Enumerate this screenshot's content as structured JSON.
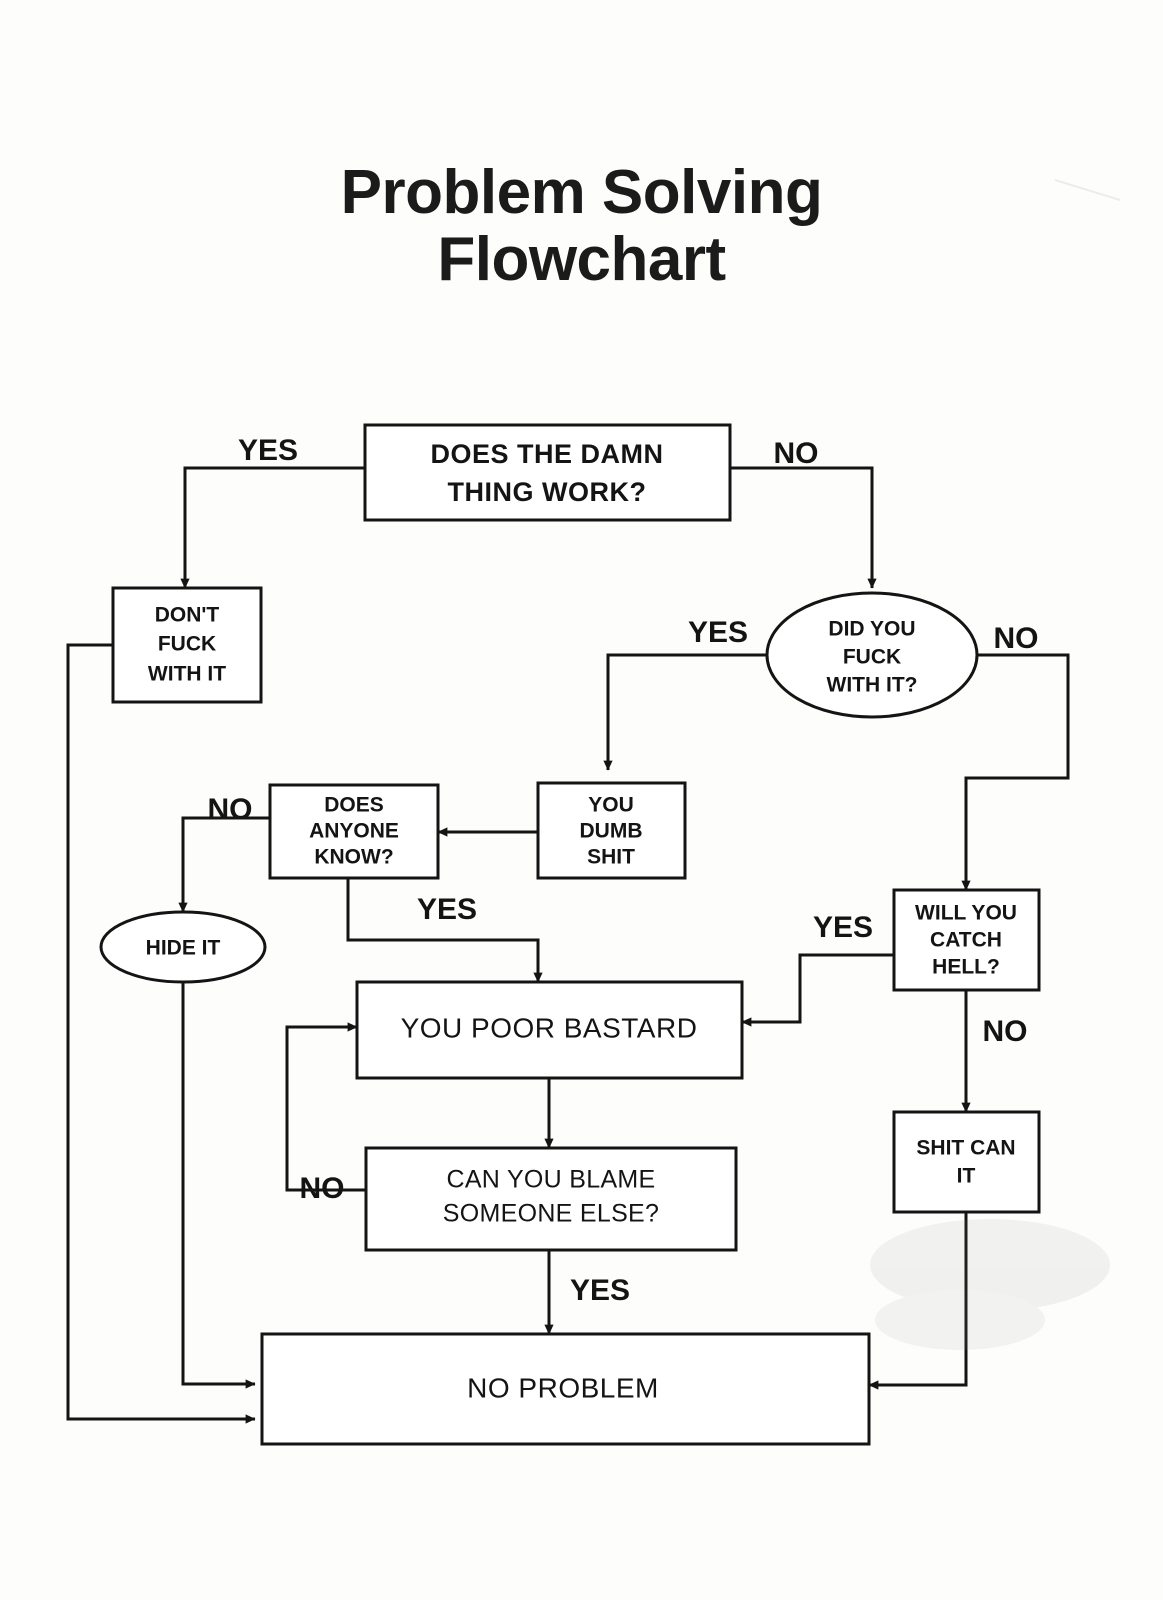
{
  "title": {
    "line1": "Problem Solving",
    "line2": "Flowchart"
  },
  "chart_data": {
    "type": "diagram",
    "diagram_kind": "flowchart",
    "title": "Problem Solving Flowchart",
    "nodes": [
      {
        "id": "work",
        "shape": "rect",
        "lines": [
          "DOES THE DAMN",
          "THING WORK?"
        ]
      },
      {
        "id": "dontfuck",
        "shape": "rect",
        "lines": [
          "DON'T",
          "FUCK",
          "WITH IT"
        ]
      },
      {
        "id": "didyou",
        "shape": "ellipse",
        "lines": [
          "DID YOU",
          "FUCK",
          "WITH IT?"
        ]
      },
      {
        "id": "anyone",
        "shape": "rect",
        "lines": [
          "DOES",
          "ANYONE",
          "KNOW?"
        ]
      },
      {
        "id": "dumbshit",
        "shape": "rect",
        "lines": [
          "YOU",
          "DUMB",
          "SHIT"
        ]
      },
      {
        "id": "hideit",
        "shape": "ellipse",
        "lines": [
          "HIDE IT"
        ]
      },
      {
        "id": "catchhell",
        "shape": "rect",
        "lines": [
          "WILL YOU",
          "CATCH",
          "HELL?"
        ]
      },
      {
        "id": "poorbast",
        "shape": "rect",
        "lines": [
          "YOU POOR BASTARD"
        ]
      },
      {
        "id": "blame",
        "shape": "rect",
        "lines": [
          "CAN YOU BLAME",
          "SOMEONE ELSE?"
        ]
      },
      {
        "id": "shitcan",
        "shape": "rect",
        "lines": [
          "SHIT CAN",
          "IT"
        ]
      },
      {
        "id": "noproblem",
        "shape": "rect",
        "lines": [
          "NO PROBLEM"
        ]
      }
    ],
    "edges": [
      {
        "from": "work",
        "to": "dontfuck",
        "label": "YES"
      },
      {
        "from": "work",
        "to": "didyou",
        "label": "NO"
      },
      {
        "from": "didyou",
        "to": "dumbshit",
        "label": "YES"
      },
      {
        "from": "didyou",
        "to": "catchhell",
        "label": "NO"
      },
      {
        "from": "dumbshit",
        "to": "anyone",
        "label": ""
      },
      {
        "from": "anyone",
        "to": "hideit",
        "label": "NO"
      },
      {
        "from": "anyone",
        "to": "poorbast",
        "label": "YES"
      },
      {
        "from": "catchhell",
        "to": "poorbast",
        "label": "YES"
      },
      {
        "from": "catchhell",
        "to": "shitcan",
        "label": "NO"
      },
      {
        "from": "poorbast",
        "to": "blame",
        "label": ""
      },
      {
        "from": "blame",
        "to": "poorbast",
        "label": "NO"
      },
      {
        "from": "blame",
        "to": "noproblem",
        "label": "YES"
      },
      {
        "from": "dontfuck",
        "to": "noproblem",
        "label": ""
      },
      {
        "from": "hideit",
        "to": "noproblem",
        "label": ""
      },
      {
        "from": "shitcan",
        "to": "noproblem",
        "label": ""
      }
    ],
    "labels": {
      "work_yes": "YES",
      "work_no": "NO",
      "didyou_yes": "YES",
      "didyou_no": "NO",
      "anyone_no": "NO",
      "anyone_yes": "YES",
      "catchhell_yes": "YES",
      "catchhell_no": "NO",
      "blame_no": "NO",
      "blame_yes": "YES"
    },
    "node_text": {
      "work_l1": "DOES THE DAMN",
      "work_l2": "THING WORK?",
      "dontfuck_l1": "DON'T",
      "dontfuck_l2": "FUCK",
      "dontfuck_l3": "WITH IT",
      "didyou_l1": "DID YOU",
      "didyou_l2": "FUCK",
      "didyou_l3": "WITH IT?",
      "anyone_l1": "DOES",
      "anyone_l2": "ANYONE",
      "anyone_l3": "KNOW?",
      "dumbshit_l1": "YOU",
      "dumbshit_l2": "DUMB",
      "dumbshit_l3": "SHIT",
      "hideit_l1": "HIDE IT",
      "catchhell_l1": "WILL YOU",
      "catchhell_l2": "CATCH",
      "catchhell_l3": "HELL?",
      "poorbast_l1": "YOU POOR BASTARD",
      "blame_l1": "CAN YOU BLAME",
      "blame_l2": "SOMEONE ELSE?",
      "shitcan_l1": "SHIT CAN",
      "shitcan_l2": "IT",
      "noproblem_l1": "NO PROBLEM"
    },
    "colors": {
      "stroke": "#141414",
      "fill": "#ffffff",
      "page": "#fdfdfb"
    }
  }
}
